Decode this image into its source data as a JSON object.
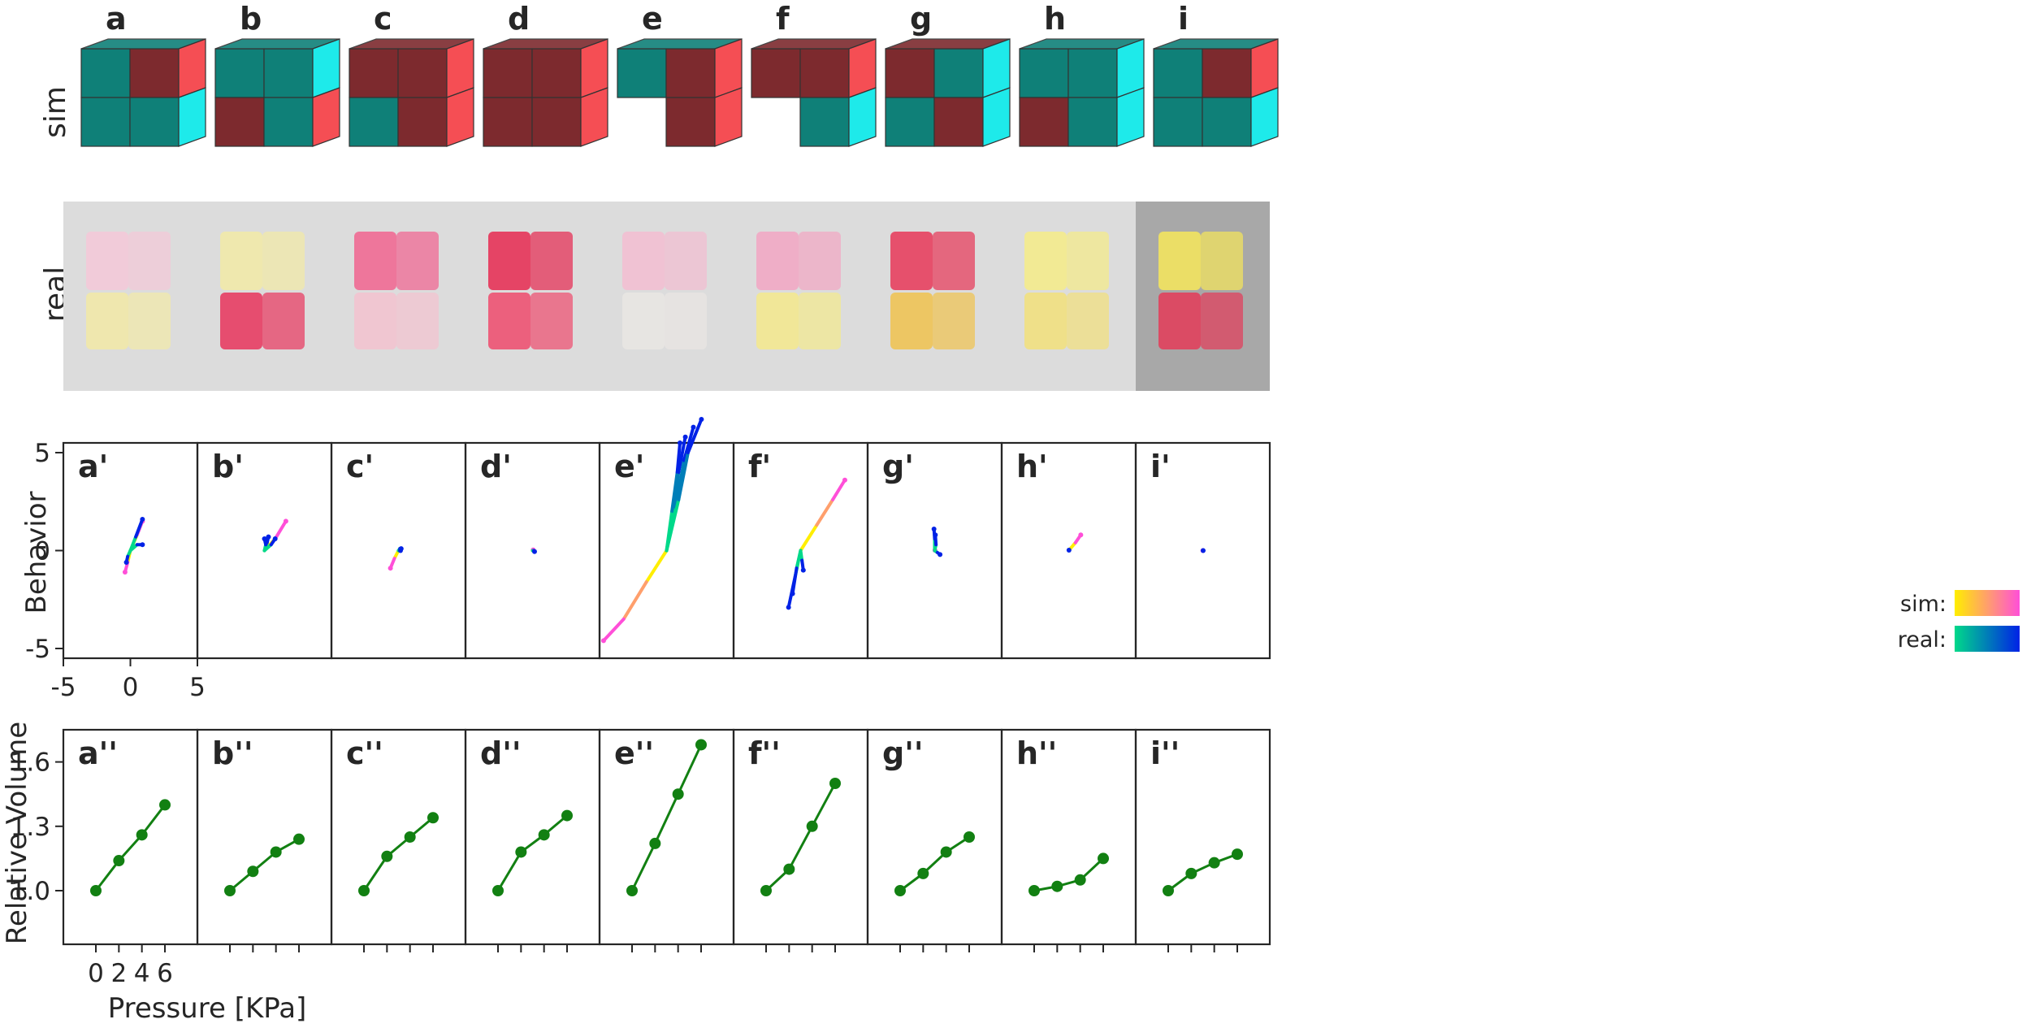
{
  "row_labels": {
    "sim": "sim",
    "real": "real"
  },
  "columns": [
    {
      "letter": "a",
      "behavior_label": "a'",
      "volume_label": "a''",
      "sim_cubes": [
        {
          "layer": "top",
          "col": 0,
          "color": "teal"
        },
        {
          "layer": "top",
          "col": 1,
          "color": "maroon"
        },
        {
          "layer": "bottom",
          "col": 0,
          "color": "teal"
        },
        {
          "layer": "bottom",
          "col": 1,
          "color": "teal"
        }
      ],
      "side_top": "red",
      "side_bottom": "cyan",
      "photo_tint": [
        "#f3c9d8",
        "#f2e9a6"
      ]
    },
    {
      "letter": "b",
      "behavior_label": "b'",
      "volume_label": "b''",
      "sim_cubes": [
        {
          "layer": "top",
          "col": 0,
          "color": "teal"
        },
        {
          "layer": "top",
          "col": 1,
          "color": "teal"
        },
        {
          "layer": "bottom",
          "col": 0,
          "color": "maroon"
        },
        {
          "layer": "bottom",
          "col": 1,
          "color": "teal"
        }
      ],
      "side_top": "cyan",
      "side_bottom": "red",
      "photo_tint": [
        "#f1e9a8",
        "#e8345c"
      ]
    },
    {
      "letter": "c",
      "behavior_label": "c'",
      "volume_label": "c''",
      "sim_cubes": [
        {
          "layer": "top",
          "col": 0,
          "color": "maroon"
        },
        {
          "layer": "top",
          "col": 1,
          "color": "maroon"
        },
        {
          "layer": "bottom",
          "col": 0,
          "color": "teal"
        },
        {
          "layer": "bottom",
          "col": 1,
          "color": "maroon"
        }
      ],
      "side_top": "red",
      "side_bottom": "red",
      "photo_tint": [
        "#f06a94",
        "#f3c2cf"
      ]
    },
    {
      "letter": "d",
      "behavior_label": "d'",
      "volume_label": "d''",
      "sim_cubes": [
        {
          "layer": "top",
          "col": 0,
          "color": "maroon"
        },
        {
          "layer": "top",
          "col": 1,
          "color": "maroon"
        },
        {
          "layer": "bottom",
          "col": 0,
          "color": "maroon"
        },
        {
          "layer": "bottom",
          "col": 1,
          "color": "maroon"
        }
      ],
      "side_top": "red",
      "side_bottom": "red",
      "photo_tint": [
        "#e63358",
        "#ee4a6c"
      ]
    },
    {
      "letter": "e",
      "behavior_label": "e'",
      "volume_label": "e''",
      "sim_cubes": [
        {
          "layer": "top",
          "col": 0,
          "color": "teal"
        },
        {
          "layer": "top",
          "col": 1,
          "color": "maroon"
        },
        {
          "layer": "bottom",
          "col": 1,
          "color": "maroon"
        }
      ],
      "side_top": "red",
      "side_bottom": "red",
      "photo_tint": [
        "#f2bfd2",
        "#e9e6e3"
      ]
    },
    {
      "letter": "f",
      "behavior_label": "f'",
      "volume_label": "f''",
      "sim_cubes": [
        {
          "layer": "top",
          "col": 0,
          "color": "maroon"
        },
        {
          "layer": "top",
          "col": 1,
          "color": "maroon"
        },
        {
          "layer": "bottom",
          "col": 1,
          "color": "teal"
        }
      ],
      "side_top": "red",
      "side_bottom": "cyan",
      "photo_tint": [
        "#f1a9c4",
        "#f4e98c"
      ]
    },
    {
      "letter": "g",
      "behavior_label": "g'",
      "volume_label": "g''",
      "sim_cubes": [
        {
          "layer": "top",
          "col": 0,
          "color": "maroon"
        },
        {
          "layer": "top",
          "col": 1,
          "color": "teal"
        },
        {
          "layer": "bottom",
          "col": 0,
          "color": "teal"
        },
        {
          "layer": "bottom",
          "col": 1,
          "color": "maroon"
        }
      ],
      "side_top": "cyan",
      "side_bottom": "cyan",
      "photo_tint": [
        "#e7405f",
        "#f0c24d"
      ]
    },
    {
      "letter": "h",
      "behavior_label": "h'",
      "volume_label": "h''",
      "sim_cubes": [
        {
          "layer": "top",
          "col": 0,
          "color": "teal"
        },
        {
          "layer": "top",
          "col": 1,
          "color": "teal"
        },
        {
          "layer": "bottom",
          "col": 0,
          "color": "maroon"
        },
        {
          "layer": "bottom",
          "col": 1,
          "color": "teal"
        }
      ],
      "side_top": "cyan",
      "side_bottom": "cyan",
      "photo_tint": [
        "#f4eb8c",
        "#f2e07a"
      ]
    },
    {
      "letter": "i",
      "behavior_label": "i'",
      "volume_label": "i''",
      "sim_cubes": [
        {
          "layer": "top",
          "col": 0,
          "color": "teal"
        },
        {
          "layer": "top",
          "col": 1,
          "color": "maroon"
        },
        {
          "layer": "bottom",
          "col": 0,
          "color": "teal"
        },
        {
          "layer": "bottom",
          "col": 1,
          "color": "teal"
        }
      ],
      "side_top": "red",
      "side_bottom": "cyan",
      "photo_tint": [
        "#f2e35e",
        "#e43b58"
      ]
    }
  ],
  "colors": {
    "teal": "#0f8078",
    "maroon": "#7d2a2e",
    "red": "#f54e54",
    "cyan": "#1eeaea",
    "cube_edge": "#333333",
    "photo_bg": "#dcdcdc",
    "photo_bg_last": "#a8a8a8",
    "volume_line": "#128012",
    "frame": "#262626",
    "sim_gradient": [
      "#ffee00",
      "#ff4fd8"
    ],
    "real_gradient": [
      "#00d98a",
      "#0022e6"
    ]
  },
  "chart_data": [
    {
      "type": "line",
      "title": "",
      "ylabel": "Behavior",
      "xlim": [
        -5,
        5
      ],
      "ylim": [
        -5,
        5
      ],
      "xticks": [
        "-5",
        "0",
        "5"
      ],
      "yticks": [
        "5",
        "0",
        "-5"
      ],
      "grid": false,
      "legend": {
        "placement": "bottom-right",
        "panel": "i'",
        "entries": [
          {
            "name": "sim:"
          },
          {
            "name": "real:"
          }
        ]
      },
      "panels": [
        {
          "label": "a'",
          "sim": [
            [
              [
                0,
                0
              ],
              [
                -0.2,
                -0.6
              ],
              [
                -0.4,
                -1.1
              ]
            ],
            [
              [
                0,
                0
              ],
              [
                0.5,
                0.8
              ],
              [
                0.9,
                1.5
              ]
            ]
          ],
          "real": [
            [
              [
                0,
                0
              ],
              [
                0.4,
                0.7
              ],
              [
                0.9,
                1.6
              ]
            ],
            [
              [
                0,
                0
              ],
              [
                0.5,
                0.3
              ],
              [
                0.9,
                0.3
              ]
            ],
            [
              [
                0,
                0
              ],
              [
                -0.2,
                -0.3
              ],
              [
                -0.3,
                -0.6
              ]
            ]
          ]
        },
        {
          "label": "b'",
          "sim": [
            [
              [
                0,
                0
              ],
              [
                0.8,
                0.6
              ],
              [
                1.6,
                1.5
              ]
            ]
          ],
          "real": [
            [
              [
                0,
                0
              ],
              [
                0.2,
                0.4
              ],
              [
                0.3,
                0.7
              ]
            ],
            [
              [
                0,
                0
              ],
              [
                0.5,
                0.3
              ],
              [
                0.8,
                0.6
              ]
            ],
            [
              [
                0,
                0
              ],
              [
                0.1,
                0.3
              ],
              [
                0.0,
                0.6
              ]
            ]
          ]
        },
        {
          "label": "c'",
          "sim": [
            [
              [
                0,
                0
              ],
              [
                -0.3,
                -0.4
              ],
              [
                -0.6,
                -0.9
              ]
            ]
          ],
          "real": [
            [
              [
                0,
                0
              ],
              [
                0.1,
                0.1
              ],
              [
                0.2,
                0.1
              ]
            ],
            [
              [
                0,
                0
              ],
              [
                0.1,
                0.05
              ],
              [
                0.15,
                0.0
              ]
            ]
          ]
        },
        {
          "label": "d'",
          "sim": [
            [
              [
                0,
                0
              ],
              [
                0.05,
                0.03
              ]
            ]
          ],
          "real": [
            [
              [
                0,
                0
              ],
              [
                0.1,
                0.0
              ],
              [
                0.15,
                -0.05
              ]
            ]
          ]
        },
        {
          "label": "e'",
          "sim": [
            [
              [
                0,
                0
              ],
              [
                -1.5,
                -1.6
              ],
              [
                -3.2,
                -3.5
              ],
              [
                -4.7,
                -4.6
              ]
            ]
          ],
          "real": [
            [
              [
                0,
                0
              ],
              [
                0.4,
                2.0
              ],
              [
                0.8,
                4.0
              ],
              [
                1.0,
                5.5
              ]
            ],
            [
              [
                0,
                0
              ],
              [
                0.5,
                2.0
              ],
              [
                0.9,
                4.0
              ],
              [
                1.4,
                5.8
              ]
            ],
            [
              [
                0,
                0
              ],
              [
                0.7,
                2.2
              ],
              [
                1.3,
                4.6
              ],
              [
                2.0,
                6.3
              ]
            ],
            [
              [
                0,
                0
              ],
              [
                0.9,
                2.6
              ],
              [
                1.6,
                5.0
              ],
              [
                2.6,
                6.7
              ]
            ]
          ]
        },
        {
          "label": "f'",
          "sim": [
            [
              [
                0,
                0
              ],
              [
                1.2,
                1.3
              ],
              [
                2.4,
                2.6
              ],
              [
                3.3,
                3.6
              ]
            ]
          ],
          "real": [
            [
              [
                0,
                0
              ],
              [
                -0.4,
                -1.3
              ],
              [
                -0.9,
                -2.9
              ]
            ],
            [
              [
                0,
                0
              ],
              [
                -0.3,
                -0.9
              ],
              [
                -0.6,
                -2.2
              ]
            ],
            [
              [
                0,
                0
              ],
              [
                0.1,
                -0.5
              ],
              [
                0.2,
                -1.0
              ]
            ]
          ]
        },
        {
          "label": "g'",
          "sim": [
            [
              [
                0,
                0
              ],
              [
                0.02,
                0.02
              ]
            ]
          ],
          "real": [
            [
              [
                0,
                0
              ],
              [
                0.0,
                0.6
              ],
              [
                -0.05,
                1.1
              ]
            ],
            [
              [
                0,
                0
              ],
              [
                0.2,
                -0.1
              ],
              [
                0.4,
                -0.2
              ]
            ],
            [
              [
                0,
                0
              ],
              [
                0.1,
                0.3
              ],
              [
                0.05,
                0.8
              ]
            ]
          ]
        },
        {
          "label": "h'",
          "sim": [
            [
              [
                0,
                0
              ],
              [
                0.5,
                0.4
              ],
              [
                0.9,
                0.8
              ]
            ]
          ],
          "real": [
            [
              [
                0,
                0
              ],
              [
                0.02,
                0.02
              ]
            ]
          ]
        },
        {
          "label": "i'",
          "sim": [
            [
              [
                0,
                0
              ],
              [
                0.01,
                0.0
              ]
            ]
          ],
          "real": [
            [
              [
                0,
                0
              ],
              [
                0.03,
                0.0
              ]
            ]
          ]
        }
      ]
    },
    {
      "type": "line",
      "title": "",
      "xlabel": "Pressure [KPa]",
      "ylabel": "Relative Volume",
      "x": [
        0,
        2,
        4,
        6
      ],
      "xticks": [
        "0",
        "2",
        "4",
        "6"
      ],
      "ylim": [
        0.75,
        1.75
      ],
      "yticks": [
        "1.6",
        "1.3",
        "1.0"
      ],
      "grid": false,
      "series": [
        {
          "label": "a''",
          "values": [
            1.0,
            1.14,
            1.26,
            1.4
          ]
        },
        {
          "label": "b''",
          "values": [
            1.0,
            1.09,
            1.18,
            1.24
          ]
        },
        {
          "label": "c''",
          "values": [
            1.0,
            1.16,
            1.25,
            1.34
          ]
        },
        {
          "label": "d''",
          "values": [
            1.0,
            1.18,
            1.26,
            1.35
          ]
        },
        {
          "label": "e''",
          "values": [
            1.0,
            1.22,
            1.45,
            1.68
          ]
        },
        {
          "label": "f''",
          "values": [
            1.0,
            1.1,
            1.3,
            1.5
          ]
        },
        {
          "label": "g''",
          "values": [
            1.0,
            1.08,
            1.18,
            1.25
          ]
        },
        {
          "label": "h''",
          "values": [
            1.0,
            1.02,
            1.05,
            1.15
          ]
        },
        {
          "label": "i''",
          "values": [
            1.0,
            1.08,
            1.13,
            1.17
          ]
        }
      ]
    }
  ]
}
